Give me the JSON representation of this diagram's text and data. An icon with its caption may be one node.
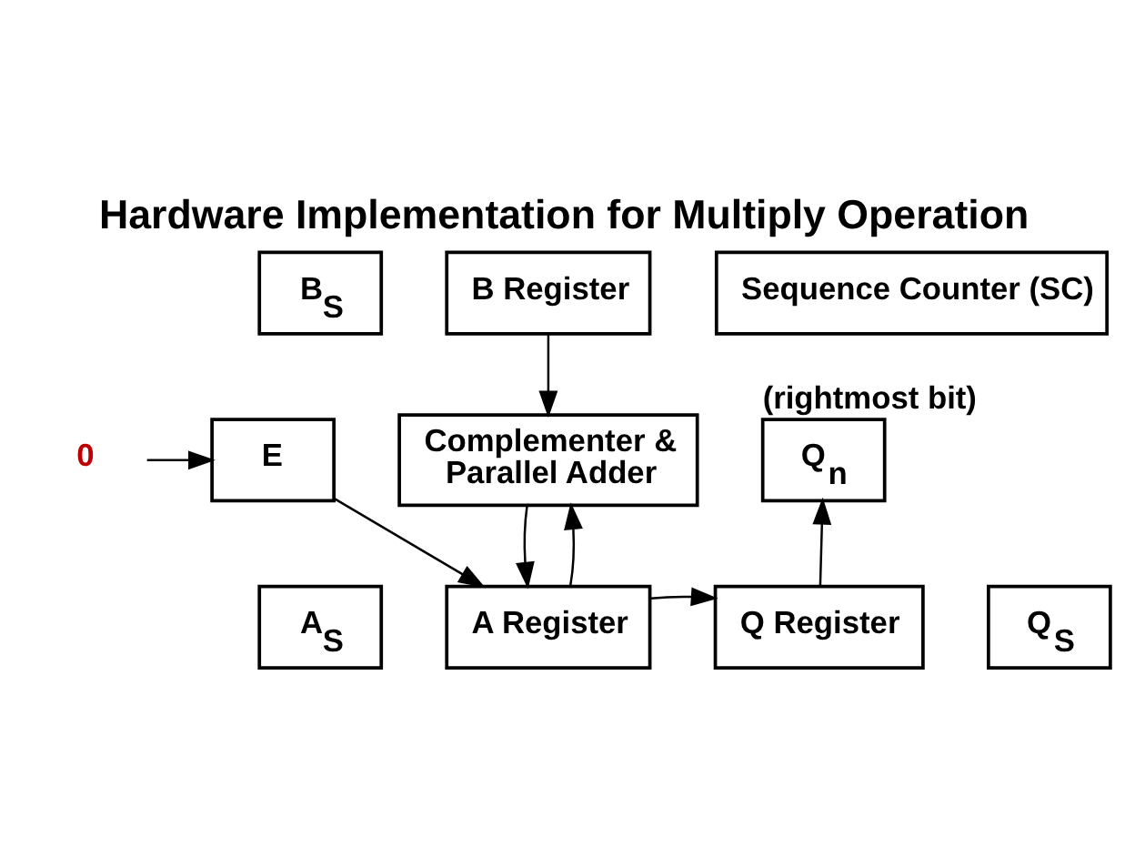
{
  "diagram": {
    "title": "Hardware Implementation for Multiply Operation",
    "nodes": [
      {
        "text": [
          "B$_{S}$"
        ]
      },
      {
        "text": [
          "B Register"
        ]
      },
      {
        "text": [
          "Sequence Counter (SC)"
        ]
      },
      {
        "text": [
          "Complementer & Parallel Adder"
        ]
      },
      {
        "text": [
          "Q$_{n}$"
        ],
        "beside": [
          "(rightmost bit)"
        ]
      },
      {
        "text": [
          "A$_{S}$"
        ]
      },
      {
        "text": [
          "A Register"
        ]
      },
      {
        "text": [
          "Q Register"
        ]
      },
      {
        "text": [
          "Q$_{S}$"
        ]
      },
      {
        "text": [
          "E"
        ]
      },
      {
        "text": [
          "0"
        ]
      }
    ],
    "edges": [
      {
        "from": 1,
        "to": 3,
        "arrow": "to"
      },
      {
        "from": 3,
        "to": 6,
        "arrow": "to"
      },
      {
        "from": 6,
        "to": 3,
        "arrow": "to"
      },
      {
        "from": 6,
        "to": 7,
        "arrow": "to"
      },
      {
        "from": 7,
        "to": 4,
        "arrow": "to"
      },
      {
        "from": 9,
        "to": 6,
        "arrow": "to"
      },
      {
        "from": 10,
        "to": 9,
        "arrow": "to"
      }
    ]
  }
}
